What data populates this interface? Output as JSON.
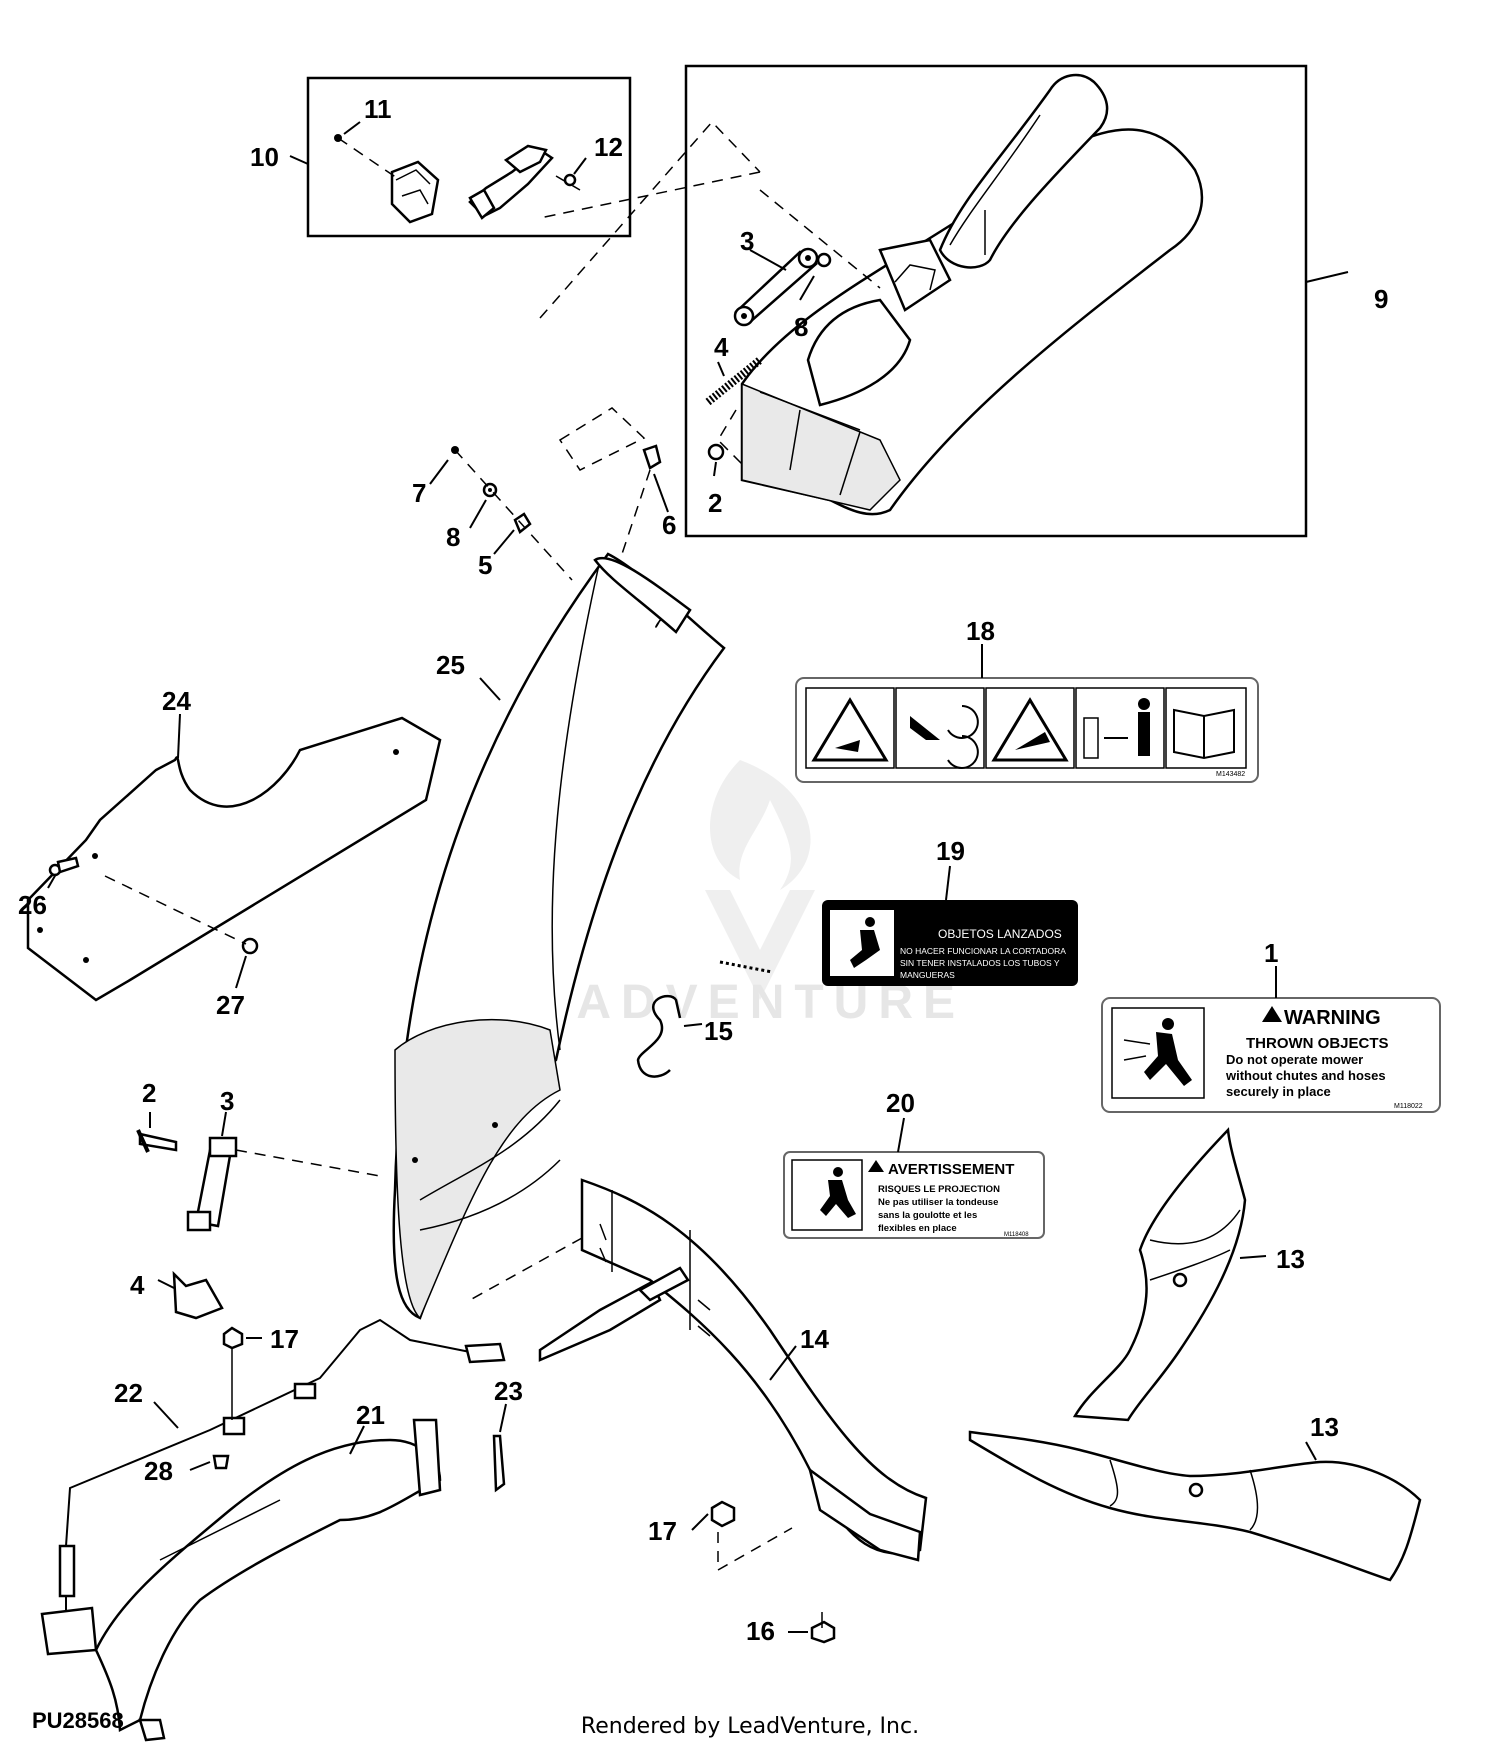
{
  "diagram": {
    "id_label": "PU28568",
    "footer": "Rendered by LeadVenture, Inc.",
    "watermark": "LEADVENTURE"
  },
  "callouts": {
    "c1": "1",
    "c2a": "2",
    "c2b": "2",
    "c3a": "3",
    "c3b": "3",
    "c4a": "4",
    "c4b": "4",
    "c5": "5",
    "c6": "6",
    "c7": "7",
    "c8a": "8",
    "c8b": "8",
    "c9": "9",
    "c10": "10",
    "c11": "11",
    "c12": "12",
    "c13a": "13",
    "c13b": "13",
    "c14": "14",
    "c15": "15",
    "c16": "16",
    "c17a": "17",
    "c17b": "17",
    "c18": "18",
    "c19": "19",
    "c20": "20",
    "c21": "21",
    "c22": "22",
    "c23": "23",
    "c24": "24",
    "c25": "25",
    "c26": "26",
    "c27": "27",
    "c28": "28"
  },
  "decal18": {
    "code": "M143482"
  },
  "decal19": {
    "title": "OBJETOS LANZADOS",
    "line1": "NO HACER FUNCIONAR LA CORTADORA",
    "line2": "SIN TENER INSTALADOS LOS TUBOS Y",
    "line3": "MANGUERAS"
  },
  "decal1": {
    "heading": "WARNING",
    "subheading": "THROWN OBJECTS",
    "line1": "Do not operate mower",
    "line2": "without chutes and hoses",
    "line3": "securely in place",
    "code": "M118022"
  },
  "decal20": {
    "heading": "AVERTISSEMENT",
    "subheading": "RISQUES LE PROJECTION",
    "line1": "Ne pas utiliser la tondeuse",
    "line2": "sans la goulotte et les",
    "line3": "flexibles en place",
    "code": "M118408"
  }
}
